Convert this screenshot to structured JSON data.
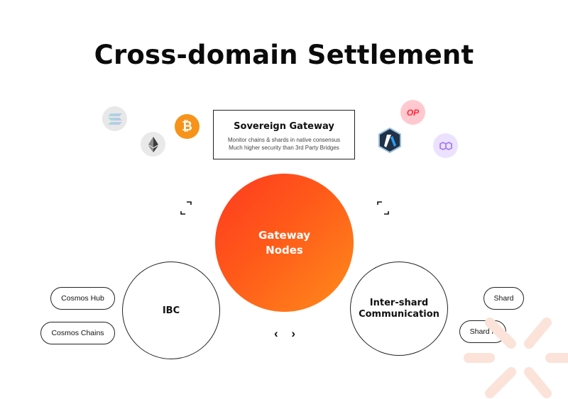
{
  "title": "Cross-domain Settlement",
  "gateway": {
    "title": "Sovereign Gateway",
    "line1": "Monitor chains & shards in native consensus",
    "line2": "Much higher security than 3rd Party Bridges"
  },
  "center": {
    "line1": "Gateway",
    "line2": "Nodes",
    "color_start": "#ff3a1f",
    "color_end": "#ff8c1a"
  },
  "left_circle": {
    "label": "IBC"
  },
  "right_circle": {
    "line1": "Inter-shard",
    "line2": "Communication"
  },
  "left_pills": [
    "Cosmos Hub",
    "Cosmos Chains"
  ],
  "right_pills": [
    "Shard",
    "Shard n"
  ],
  "chain_logos": {
    "left": [
      "solana-icon",
      "bitcoin-icon",
      "ethereum-icon"
    ],
    "right": [
      "optimism-icon",
      "arbitrum-icon",
      "polygon-icon"
    ],
    "btc_symbol": "₿",
    "op_text": "OP"
  },
  "nav_arrows": {
    "left": "‹",
    "right": "›"
  }
}
